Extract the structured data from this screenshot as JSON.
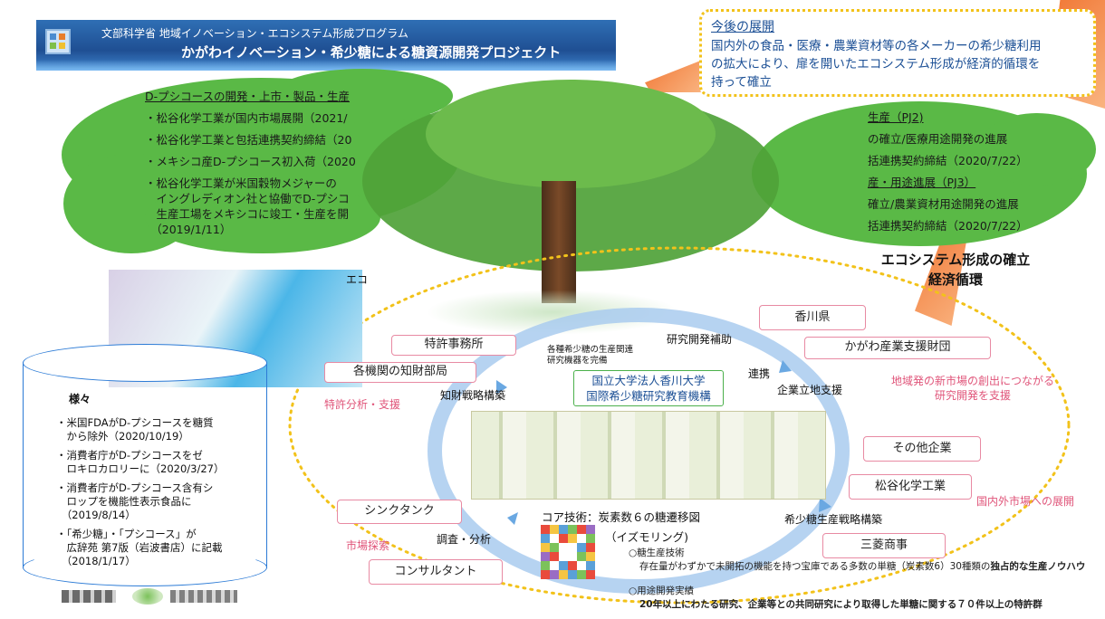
{
  "header": {
    "subtitle": "文部科学省 地域イノベーション・エコシステム形成プログラム",
    "title": "かがわイノベーション・希少糖による糖資源開発プロジェクト"
  },
  "future": {
    "heading": "今後の展開",
    "lines": [
      "国内外の食品・医療・農業資材等の各メーカーの希少糖利用",
      "の拡大により、扉を開いたエコシステム形成が経済的循環を",
      "持って確立"
    ]
  },
  "left_cloud": {
    "heading": "D-プシコースの開発・上市・製品・生産",
    "lines": [
      "・松谷化学工業が国内市場展開（2021/",
      "・松谷化学工業と包括連携契約締結（20",
      "・メキシコ産D-プシコース初入荷（2020",
      "・松谷化学工業が米国穀物メジャーの",
      "　イングレディオン社と協働でD-プシコ",
      "　生産工場をメキシコに竣工・生産を開",
      "　（2019/1/11）"
    ]
  },
  "right_cloud": {
    "lines": [
      "生産（PJ2)",
      "の確立/医療用途開発の進展",
      "括連携契約締結（2020/7/22）",
      "産・用途進展（PJ3）",
      "確立/農業資材用途開発の進展",
      "括連携契約締結（2020/7/22）"
    ]
  },
  "ecosystem": {
    "title_line1": "エコシステム形成の確立",
    "title_line2": "経済循環"
  },
  "cycle": {
    "center_line1": "国立大学法人香川大学",
    "center_line2": "国際希少糖研究教育機構",
    "equipment_line1": "各種希少糖の生産関連",
    "equipment_line2": "研究機器を完備",
    "research_subsidy": "研究開発補助",
    "ip_strategy": "知財戦略構築",
    "collaboration": "連携",
    "location_support": "企業立地支援",
    "survey": "調査・分析",
    "production_strategy": "希少糖生産戦略構築",
    "core_tech": "コア技術：炭素数６の糖遷移図",
    "izumoring": "（イズモリング)"
  },
  "entities": {
    "patent_office": "特許事務所",
    "ip_dept": "各機関の知財部局",
    "kagawa_pref": "香川県",
    "kagawa_foundation": "かがわ産業支援財団",
    "other_companies": "その他企業",
    "matsutani": "松谷化学工業",
    "think_tank": "シンクタンク",
    "consultant": "コンサルタント",
    "mitsubishi": "三菱商事"
  },
  "annotations": {
    "patent_support": "特許分析・支援",
    "market_research": "市場探索",
    "new_market_line1": "地域発の新市場の創出につながる",
    "new_market_line2": "研究開発を支援",
    "global_market": "国内外市場への展開",
    "eco_fragment": "エコ"
  },
  "cylinder": {
    "label": "様々",
    "items": [
      [
        "・米国FDAがD-プシコースを糖質",
        "　から除外（2020/10/19）"
      ],
      [
        "・消費者庁がD-プシコースをゼ",
        "　ロキロカロリーに（2020/3/27）"
      ],
      [
        "・消費者庁がD-プシコース含有シ",
        "　ロップを機能性表示食品に",
        "　（2019/8/14）"
      ],
      [
        "・「希少糖」・「プシコース」が",
        "　広辞苑 第7版（岩波書店）に記載",
        "　（2018/1/17）"
      ]
    ]
  },
  "tech_notes": {
    "production_heading": "○糖生産技術",
    "production_text_a": "存在量がわずかで未開拓の機能を持つ宝庫である多数の単糖（炭素数6）30種類の",
    "production_text_b": "独占的な生産ノウハウ",
    "application_heading": "○用途開発実績",
    "application_text": "20年以上にわたる研究、企業等との共同研究により取得した単糖に関する７０件以上の特許群"
  },
  "colors": {
    "header_blue": "#1f4f93",
    "future_text": "#1b4f95",
    "future_border": "#f2c21a",
    "cloud_green": "#5ab946",
    "pink": "#e0557a",
    "cycle_blue": "#8db9e6",
    "accent_orange": "#f0702a"
  }
}
